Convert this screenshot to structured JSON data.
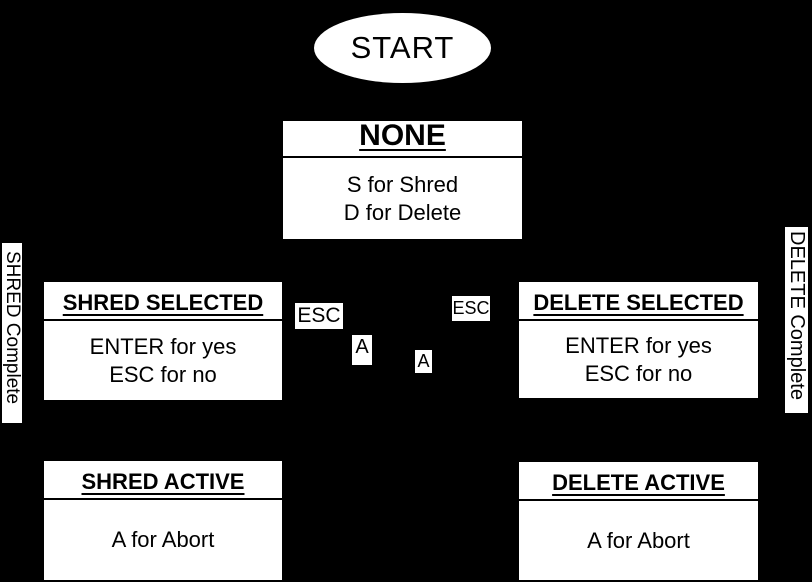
{
  "diagram": {
    "colors": {
      "background": "#000000",
      "node_fill": "#ffffff",
      "node_text": "#000000"
    },
    "start": {
      "label": "START"
    },
    "states": {
      "none": {
        "title": "NONE",
        "line1": "S for Shred",
        "line2": "D for Delete"
      },
      "shred_selected": {
        "title": "SHRED SELECTED",
        "line1": "ENTER for yes",
        "line2": "ESC for no"
      },
      "delete_selected": {
        "title": "DELETE SELECTED",
        "line1": "ENTER for yes",
        "line2": "ESC for no"
      },
      "shred_active": {
        "title": "SHRED ACTIVE",
        "line1": "A for Abort"
      },
      "delete_active": {
        "title": "DELETE ACTIVE",
        "line1": "A for Abort"
      }
    },
    "edge_labels": {
      "esc_left": "ESC",
      "esc_right": "ESC",
      "a_left": "A",
      "a_right": "A"
    },
    "side_labels": {
      "shred_complete": "SHRED Complete",
      "delete_complete": "DELETE Complete"
    }
  }
}
